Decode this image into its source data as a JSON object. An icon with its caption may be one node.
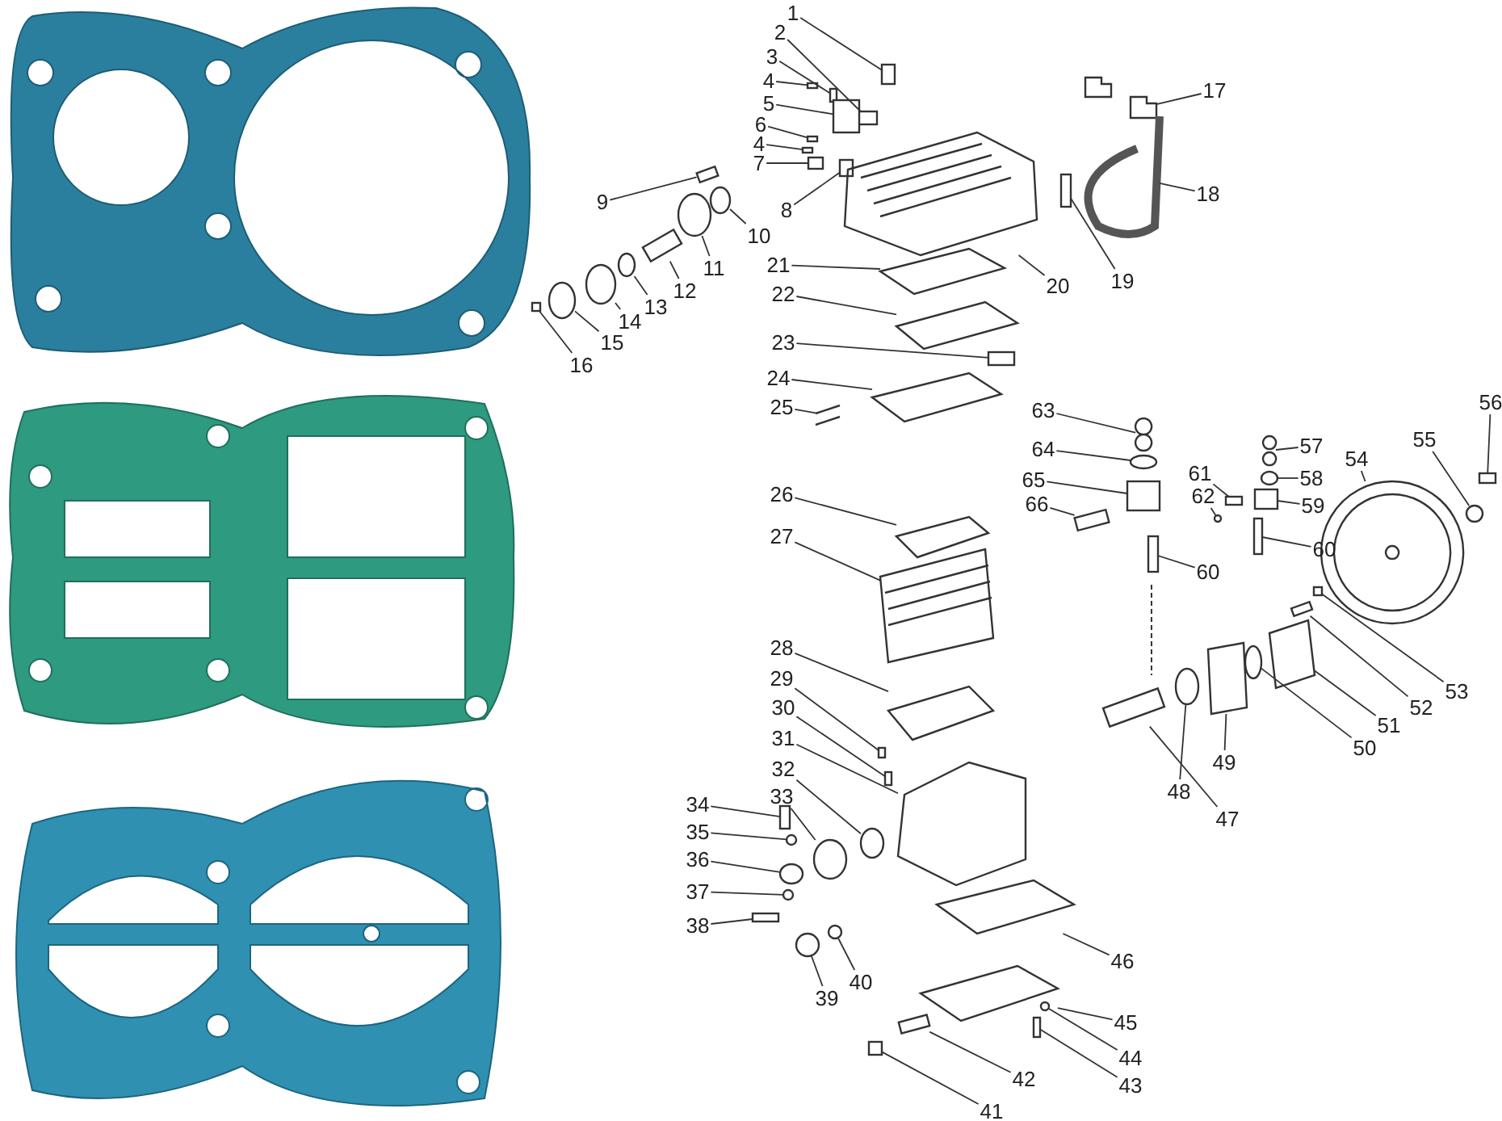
{
  "diagram": {
    "nodes": [
      {
        "text": [
          "1"
        ]
      },
      {
        "text": [
          "2"
        ]
      },
      {
        "text": [
          "3"
        ]
      },
      {
        "text": [
          "4"
        ]
      },
      {
        "text": [
          "5"
        ]
      },
      {
        "text": [
          "6"
        ]
      },
      {
        "text": [
          "4"
        ]
      },
      {
        "text": [
          "7"
        ]
      },
      {
        "text": [
          "8"
        ]
      },
      {
        "text": [
          "9"
        ]
      },
      {
        "text": [
          "10"
        ]
      },
      {
        "text": [
          "11"
        ]
      },
      {
        "text": [
          "12"
        ]
      },
      {
        "text": [
          "13"
        ]
      },
      {
        "text": [
          "14"
        ]
      },
      {
        "text": [
          "15"
        ]
      },
      {
        "text": [
          "16"
        ]
      },
      {
        "text": [
          "17"
        ]
      },
      {
        "text": [
          "18"
        ]
      },
      {
        "text": [
          "19"
        ]
      },
      {
        "text": [
          "20"
        ]
      },
      {
        "text": [
          "21"
        ]
      },
      {
        "text": [
          "22"
        ]
      },
      {
        "text": [
          "23"
        ]
      },
      {
        "text": [
          "24"
        ]
      },
      {
        "text": [
          "25"
        ]
      },
      {
        "text": [
          "26"
        ]
      },
      {
        "text": [
          "27"
        ]
      },
      {
        "text": [
          "28"
        ]
      },
      {
        "text": [
          "29"
        ]
      },
      {
        "text": [
          "30"
        ]
      },
      {
        "text": [
          "31"
        ]
      },
      {
        "text": [
          "32"
        ]
      },
      {
        "text": [
          "33"
        ]
      },
      {
        "text": [
          "34"
        ]
      },
      {
        "text": [
          "35"
        ]
      },
      {
        "text": [
          "36"
        ]
      },
      {
        "text": [
          "37"
        ]
      },
      {
        "text": [
          "38"
        ]
      },
      {
        "text": [
          "39"
        ]
      },
      {
        "text": [
          "40"
        ]
      },
      {
        "text": [
          "41"
        ]
      },
      {
        "text": [
          "42"
        ]
      },
      {
        "text": [
          "43"
        ]
      },
      {
        "text": [
          "44"
        ]
      },
      {
        "text": [
          "45"
        ]
      },
      {
        "text": [
          "46"
        ]
      },
      {
        "text": [
          "47"
        ]
      },
      {
        "text": [
          "48"
        ]
      },
      {
        "text": [
          "49"
        ]
      },
      {
        "text": [
          "50"
        ]
      },
      {
        "text": [
          "51"
        ]
      },
      {
        "text": [
          "52"
        ]
      },
      {
        "text": [
          "53"
        ]
      },
      {
        "text": [
          "54"
        ]
      },
      {
        "text": [
          "55"
        ]
      },
      {
        "text": [
          "56"
        ]
      },
      {
        "text": [
          "57"
        ]
      },
      {
        "text": [
          "58"
        ]
      },
      {
        "text": [
          "59"
        ]
      },
      {
        "text": [
          "60"
        ]
      },
      {
        "text": [
          "60"
        ]
      },
      {
        "text": [
          "61"
        ]
      },
      {
        "text": [
          "62"
        ]
      },
      {
        "text": [
          "63"
        ]
      },
      {
        "text": [
          "64"
        ]
      },
      {
        "text": [
          "65"
        ]
      },
      {
        "text": [
          "66"
        ]
      },
      {
        "text": [],
        "shape": "box"
      },
      {
        "text": [],
        "shape": "box"
      },
      {
        "text": [],
        "shape": "box"
      },
      {
        "text": [],
        "shape": "box"
      },
      {
        "text": [],
        "shape": "box"
      },
      {
        "text": [],
        "shape": "box"
      },
      {
        "text": [],
        "shape": "box"
      },
      {
        "text": [],
        "shape": "box"
      },
      {
        "text": [],
        "shape": "box"
      },
      {
        "text": [],
        "shape": "box"
      },
      {
        "text": [],
        "shape": "circle"
      },
      {
        "text": [],
        "shape": "circle"
      },
      {
        "text": [],
        "shape": "box"
      },
      {
        "text": [],
        "shape": "circle"
      },
      {
        "text": [],
        "shape": "circle"
      },
      {
        "text": [],
        "shape": "circle"
      },
      {
        "text": [],
        "shape": "box"
      },
      {
        "text": [],
        "shape": "picture"
      },
      {
        "text": [],
        "shape": "picture"
      },
      {
        "text": [],
        "shape": "box"
      },
      {
        "text": [],
        "shape": "picture"
      },
      {
        "text": [],
        "shape": "picture"
      },
      {
        "text": [],
        "shape": "picture"
      },
      {
        "text": [],
        "shape": "box"
      },
      {
        "text": [],
        "shape": "picture"
      },
      {
        "text": [],
        "shape": "picture"
      },
      {
        "text": [],
        "shape": "picture"
      },
      {
        "text": [],
        "shape": "picture"
      },
      {
        "text": [],
        "shape": "picture"
      },
      {
        "text": [],
        "shape": "box"
      },
      {
        "text": [],
        "shape": "box"
      },
      {
        "text": [],
        "shape": "picture"
      },
      {
        "text": [],
        "shape": "circle"
      },
      {
        "text": [],
        "shape": "circle"
      },
      {
        "text": [],
        "shape": "box"
      },
      {
        "text": [],
        "shape": "circle"
      },
      {
        "text": [],
        "shape": "circle"
      },
      {
        "text": [],
        "shape": "circle"
      },
      {
        "text": [],
        "shape": "box"
      },
      {
        "text": [],
        "shape": "circle"
      },
      {
        "text": [],
        "shape": "circle"
      },
      {
        "text": [],
        "shape": "box"
      },
      {
        "text": [],
        "shape": "box"
      },
      {
        "text": [],
        "shape": "box"
      },
      {
        "text": [],
        "shape": "circle"
      },
      {
        "text": [],
        "shape": "picture"
      },
      {
        "text": [],
        "shape": "picture"
      },
      {
        "text": [],
        "shape": "box"
      },
      {
        "text": [],
        "shape": "circle"
      },
      {
        "text": [],
        "shape": "picture"
      },
      {
        "text": [],
        "shape": "circle"
      },
      {
        "text": [],
        "shape": "picture"
      },
      {
        "text": [],
        "shape": "box"
      },
      {
        "text": [],
        "shape": "box"
      },
      {
        "text": [],
        "shape": "picture"
      },
      {
        "text": [],
        "shape": "circle"
      },
      {
        "text": [],
        "shape": "box"
      },
      {
        "text": [],
        "shape": "picture"
      },
      {
        "text": [],
        "shape": "circle"
      },
      {
        "text": [],
        "shape": "box"
      },
      {
        "text": [],
        "shape": "box"
      },
      {
        "text": [],
        "shape": "box"
      },
      {
        "text": [],
        "shape": "box"
      },
      {
        "text": [],
        "shape": "circle"
      },
      {
        "text": [],
        "shape": "picture"
      },
      {
        "text": [],
        "shape": "circle"
      },
      {
        "text": [],
        "shape": "box"
      },
      {
        "text": [],
        "shape": "box"
      }
    ],
    "edges": [
      {
        "from": 0,
        "to": 68,
        "arrow": "none"
      },
      {
        "from": 1,
        "to": 69,
        "arrow": "none"
      },
      {
        "from": 2,
        "to": 70,
        "arrow": "none"
      },
      {
        "from": 3,
        "to": 71,
        "arrow": "none"
      },
      {
        "from": 4,
        "to": 72,
        "arrow": "none"
      },
      {
        "from": 5,
        "to": 73,
        "arrow": "none"
      },
      {
        "from": 6,
        "to": 74,
        "arrow": "none"
      },
      {
        "from": 7,
        "to": 75,
        "arrow": "none"
      },
      {
        "from": 8,
        "to": 76,
        "arrow": "none"
      },
      {
        "from": 9,
        "to": 77,
        "arrow": "none"
      },
      {
        "from": 10,
        "to": 78,
        "arrow": "none"
      },
      {
        "from": 11,
        "to": 79,
        "arrow": "none"
      },
      {
        "from": 12,
        "to": 80,
        "arrow": "none"
      },
      {
        "from": 13,
        "to": 81,
        "arrow": "none"
      },
      {
        "from": 14,
        "to": 82,
        "arrow": "none"
      },
      {
        "from": 15,
        "to": 83,
        "arrow": "none"
      },
      {
        "from": 16,
        "to": 84,
        "arrow": "none"
      },
      {
        "from": 17,
        "to": 85,
        "arrow": "none"
      },
      {
        "from": 18,
        "to": 86,
        "arrow": "none"
      },
      {
        "from": 19,
        "to": 87,
        "arrow": "none"
      },
      {
        "from": 20,
        "to": 88,
        "arrow": "none"
      },
      {
        "from": 21,
        "to": 89,
        "arrow": "none"
      },
      {
        "from": 22,
        "to": 90,
        "arrow": "none"
      },
      {
        "from": 23,
        "to": 91,
        "arrow": "none"
      },
      {
        "from": 24,
        "to": 92,
        "arrow": "none"
      },
      {
        "from": 25,
        "to": 93,
        "arrow": "none"
      },
      {
        "from": 26,
        "to": 94,
        "arrow": "none"
      },
      {
        "from": 27,
        "to": 95,
        "arrow": "none"
      },
      {
        "from": 28,
        "to": 96,
        "arrow": "none"
      },
      {
        "from": 29,
        "to": 97,
        "arrow": "none"
      },
      {
        "from": 30,
        "to": 98,
        "arrow": "none"
      },
      {
        "from": 31,
        "to": 99,
        "arrow": "none"
      },
      {
        "from": 32,
        "to": 100,
        "arrow": "none"
      },
      {
        "from": 33,
        "to": 101,
        "arrow": "none"
      },
      {
        "from": 34,
        "to": 102,
        "arrow": "none"
      },
      {
        "from": 35,
        "to": 103,
        "arrow": "none"
      },
      {
        "from": 36,
        "to": 104,
        "arrow": "none"
      },
      {
        "from": 37,
        "to": 105,
        "arrow": "none"
      },
      {
        "from": 38,
        "to": 106,
        "arrow": "none"
      },
      {
        "from": 39,
        "to": 107,
        "arrow": "none"
      },
      {
        "from": 40,
        "to": 108,
        "arrow": "none"
      },
      {
        "from": 41,
        "to": 109,
        "arrow": "none"
      },
      {
        "from": 42,
        "to": 110,
        "arrow": "none"
      },
      {
        "from": 43,
        "to": 111,
        "arrow": "none"
      },
      {
        "from": 44,
        "to": 112,
        "arrow": "none"
      },
      {
        "from": 45,
        "to": 113,
        "arrow": "none"
      },
      {
        "from": 46,
        "to": 114,
        "arrow": "none"
      },
      {
        "from": 47,
        "to": 115,
        "arrow": "none"
      },
      {
        "from": 48,
        "to": 116,
        "arrow": "none"
      },
      {
        "from": 49,
        "to": 117,
        "arrow": "none"
      },
      {
        "from": 50,
        "to": 118,
        "arrow": "none"
      },
      {
        "from": 51,
        "to": 119,
        "arrow": "none"
      },
      {
        "from": 52,
        "to": 120,
        "arrow": "none"
      },
      {
        "from": 53,
        "to": 121,
        "arrow": "none"
      },
      {
        "from": 54,
        "to": 122,
        "arrow": "none"
      },
      {
        "from": 55,
        "to": 123,
        "arrow": "none"
      },
      {
        "from": 56,
        "to": 124,
        "arrow": "none"
      },
      {
        "from": 57,
        "to": 125,
        "arrow": "none"
      },
      {
        "from": 58,
        "to": 126,
        "arrow": "none"
      },
      {
        "from": 59,
        "to": 127,
        "arrow": "none"
      },
      {
        "from": 60,
        "to": 128,
        "arrow": "none"
      },
      {
        "from": 61,
        "to": 129,
        "arrow": "none"
      },
      {
        "from": 62,
        "to": 130,
        "arrow": "none"
      },
      {
        "from": 63,
        "to": 131,
        "arrow": "none"
      },
      {
        "from": 64,
        "to": 132,
        "arrow": "none"
      },
      {
        "from": 65,
        "to": 133,
        "arrow": "none"
      },
      {
        "from": 66,
        "to": 134,
        "arrow": "none"
      },
      {
        "from": 67,
        "to": 135,
        "arrow": "none"
      }
    ]
  }
}
